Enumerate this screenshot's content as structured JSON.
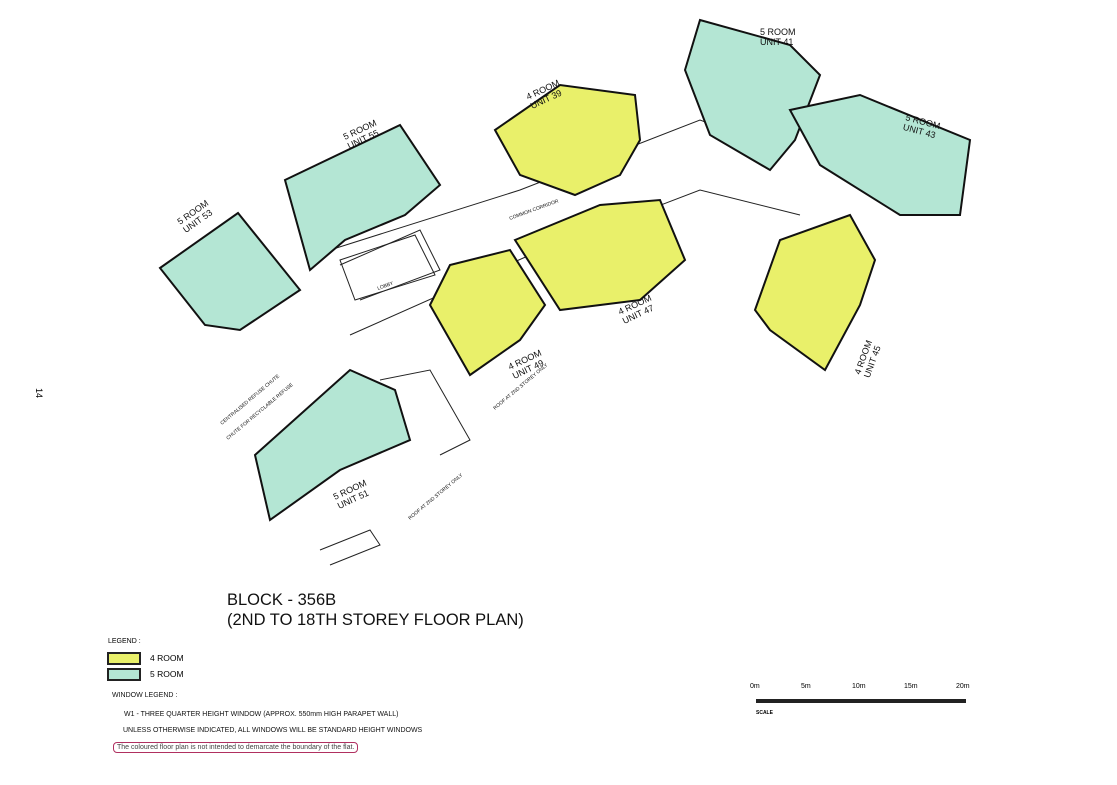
{
  "page_number": "14",
  "title": {
    "line1": "BLOCK - 356B",
    "line2": "(2ND TO 18TH STOREY FLOOR PLAN)"
  },
  "legend": {
    "heading": "LEGEND :",
    "items": [
      {
        "label": "4 ROOM",
        "color": "#e9f06a"
      },
      {
        "label": "5 ROOM",
        "color": "#b4e6d4"
      }
    ]
  },
  "window_legend": {
    "heading": "WINDOW LEGEND :",
    "w1": "W1 - THREE QUARTER HEIGHT WINDOW (APPROX. 550mm HIGH PARAPET WALL)",
    "note": "UNLESS OTHERWISE INDICATED, ALL WINDOWS WILL BE STANDARD HEIGHT WINDOWS"
  },
  "disclaimer": "The coloured floor plan is not intended to demarcate the boundary of the flat.",
  "scale": {
    "ticks": [
      "0m",
      "5m",
      "10m",
      "15m",
      "20m"
    ],
    "label": "SCALE"
  },
  "units": [
    {
      "type": "5 ROOM",
      "unit": "UNIT 53"
    },
    {
      "type": "5 ROOM",
      "unit": "UNIT 55"
    },
    {
      "type": "5 ROOM",
      "unit": "UNIT 51"
    },
    {
      "type": "5 ROOM",
      "unit": "UNIT 41"
    },
    {
      "type": "5 ROOM",
      "unit": "UNIT 43"
    },
    {
      "type": "4 ROOM",
      "unit": "UNIT 39"
    },
    {
      "type": "4 ROOM",
      "unit": "UNIT 47"
    },
    {
      "type": "4 ROOM",
      "unit": "UNIT 49"
    },
    {
      "type": "4 ROOM",
      "unit": "UNIT 45"
    }
  ],
  "annotations": {
    "corridor": "COMMON CORRIDOR",
    "lobby": "LOBBY",
    "roof": "ROOF AT 2ND STOREY ONLY",
    "refuse": "CENTRALISED REFUSE CHUTE",
    "recycle": "CHUTE FOR RECYCLABLE REFUSE"
  }
}
